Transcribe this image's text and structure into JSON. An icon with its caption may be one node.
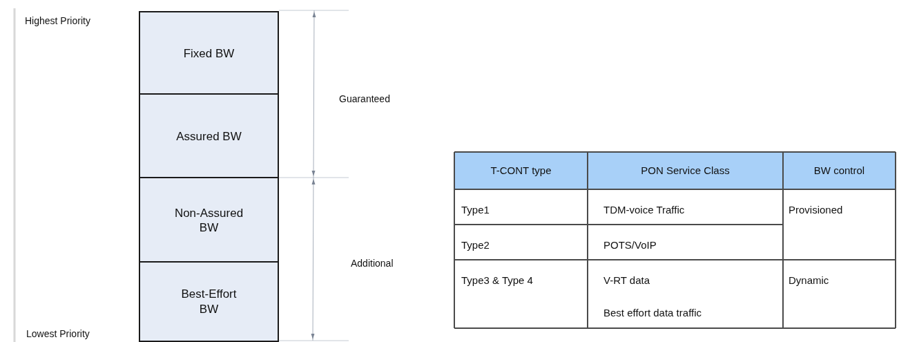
{
  "diagram": {
    "nodes": [
      {
        "text": [
          "Fixed BW"
        ]
      },
      {
        "text": [
          "Assured BW"
        ]
      },
      {
        "text": [
          "Non-Assured BW"
        ]
      },
      {
        "text": [
          "Best-Effort BW"
        ]
      }
    ],
    "labels": [
      "Highest Priority",
      "Lowest Priority",
      "Guaranteed",
      "Additional",
      "T-CONT type",
      "PON Service Class",
      "BW control",
      "Type1",
      "TDM-voice Traffic",
      "Provisioned",
      "Type2",
      "POTS/VoIP",
      "Type3 & Type 4",
      "V-RT data",
      "Best effort data traffic",
      "Dynamic"
    ]
  }
}
